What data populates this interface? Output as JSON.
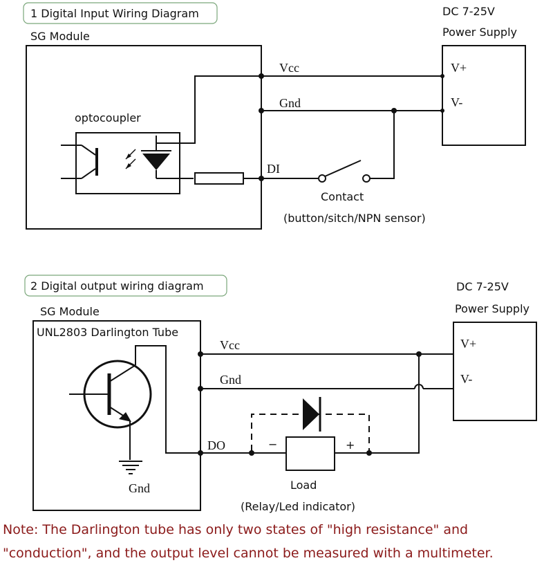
{
  "section1": {
    "title": "1 Digital Input Wiring Diagram",
    "module_label": "SG Module",
    "optocoupler_label": "optocoupler",
    "power_title_1": "DC 7-25V",
    "power_title_2": "Power Supply",
    "vplus": "V+",
    "vminus": "V-",
    "vcc": "Vcc",
    "gnd": "Gnd",
    "di": "DI",
    "contact_label": "Contact",
    "contact_sub": "(button/sitch/NPN sensor)"
  },
  "section2": {
    "title": "2 Digital output wiring diagram",
    "module_label": "SG Module",
    "darlington_label": "UNL2803 Darlington Tube",
    "power_title_1": "DC 7-25V",
    "power_title_2": "Power Supply",
    "vplus": "V+",
    "vminus": "V-",
    "vcc": "Vcc",
    "gnd": "Gnd",
    "do": "DO",
    "ground_label": "Gnd",
    "minus": "−",
    "plus": "+",
    "load_label": "Load",
    "load_sub": "(Relay/Led indicator)"
  },
  "note": {
    "line1": "Note: The Darlington tube has only two states of \"high resistance\" and",
    "line2": "\"conduction\", and the output level cannot be measured with a multimeter."
  }
}
